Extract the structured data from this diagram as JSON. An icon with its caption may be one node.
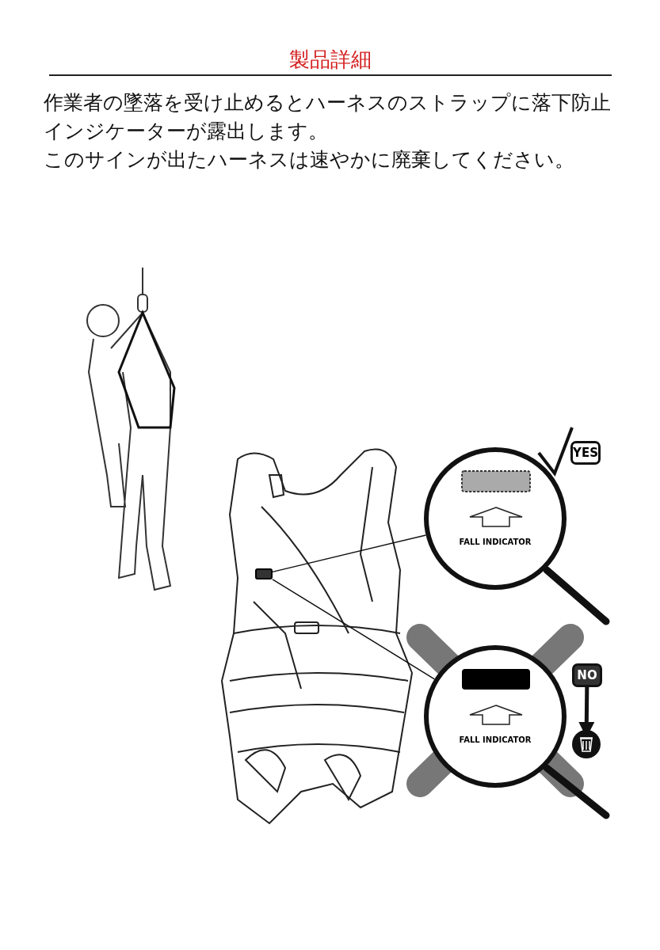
{
  "diagram": {
    "title": "製品詳細",
    "nodes": [
      {
        "text": [],
        "shape": "box"
      },
      {
        "text": [
          "FALL INDICATOR"
        ]
      },
      {
        "text": [
          "FALL INDICATOR"
        ]
      },
      {
        "text": [
          "YES"
        ]
      },
      {
        "text": [
          "NO"
        ]
      },
      {
        "text": [],
        "shape": "circle"
      }
    ],
    "edges": [
      {
        "from": 0,
        "to": 1,
        "arrow": "none"
      },
      {
        "from": 0,
        "to": 2,
        "arrow": "none"
      },
      {
        "from": 4,
        "to": 5,
        "arrow": "to",
        "style": "thick"
      }
    ],
    "labels": [
      "作業者の墜落を受け止めるとハーネスのストラップに落下防止インジケーターが露出します。",
      "このサインが出たハーネスは速やかに廃棄してください。"
    ]
  }
}
